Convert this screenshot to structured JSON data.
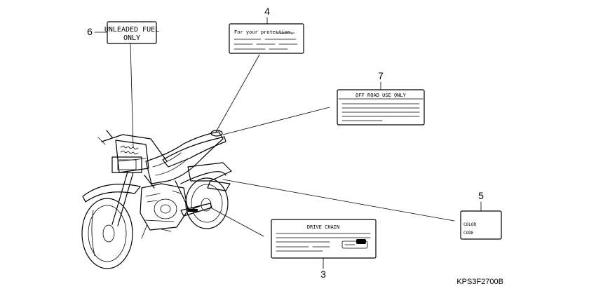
{
  "callouts": {
    "n3": "3",
    "n4": "4",
    "n5": "5",
    "n6": "6",
    "n7": "7"
  },
  "labels": {
    "fuel_line1": "UNLEADED FUEL",
    "fuel_line2": "ONLY",
    "protection": "For your protection,",
    "offroad": "OFF ROAD USE ONLY",
    "color_line1": "COLOR",
    "color_line2": "CODE",
    "drive_chain": "DRIVE CHAIN"
  },
  "diagram_code": "KPS3F2700B"
}
